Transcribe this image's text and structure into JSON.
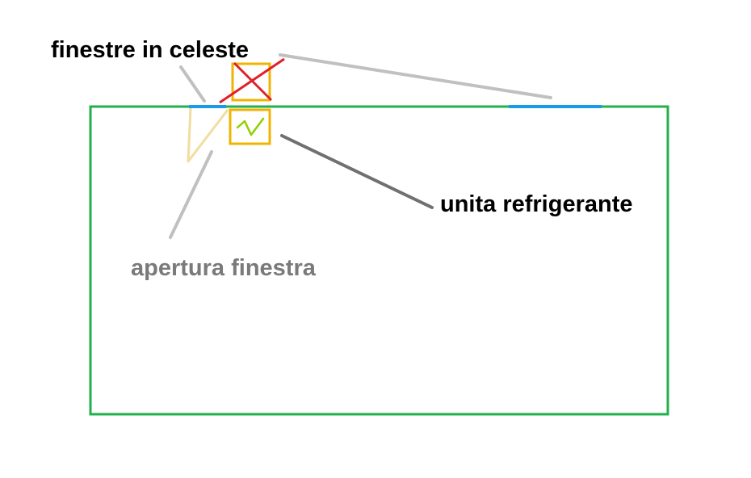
{
  "labels": {
    "windows": "finestre in celeste",
    "cooling_unit": "unita refrigerante",
    "window_opening": "apertura finestra"
  },
  "colors": {
    "room_outline": "#21b04b",
    "window": "#1a9be6",
    "box_outline": "#f0b400",
    "cross_mark": "#e0202a",
    "check_mark": "#8fd000",
    "window_swing": "#f2dca0",
    "leader_light": "#c0c0c0",
    "leader_dark": "#707070",
    "label_dark": "#000000",
    "label_gray": "#7a7a7a"
  },
  "icons": {
    "rejected_position": "cross-icon",
    "accepted_position": "check-icon"
  }
}
